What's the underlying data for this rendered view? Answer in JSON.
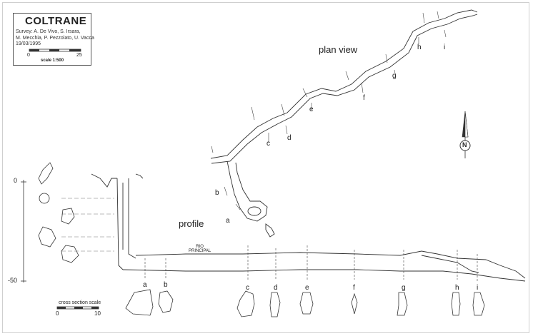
{
  "survey": {
    "title": "COLTRANE",
    "credits": "Survey: A. De Vivo, S. Irsara,\nM. Mecchia, P. Pezzolato, U. Vacca\n19/03/1995",
    "scale_ticks": [
      "0",
      "25"
    ],
    "scale_label": "scale 1:500"
  },
  "views": {
    "plan_label": "plan view",
    "profile_label": "profile"
  },
  "section_letters": [
    "a",
    "b",
    "c",
    "d",
    "e",
    "f",
    "g",
    "h",
    "i"
  ],
  "depth_ticks": [
    "0",
    "-50"
  ],
  "river_label": "RIO\nPRINCIPAL",
  "cross_section_scale": {
    "label": "cross section scale",
    "ticks": [
      "0",
      "10"
    ]
  },
  "north_arrow": {
    "letter": "N",
    "icon": "north-arrow-icon"
  }
}
